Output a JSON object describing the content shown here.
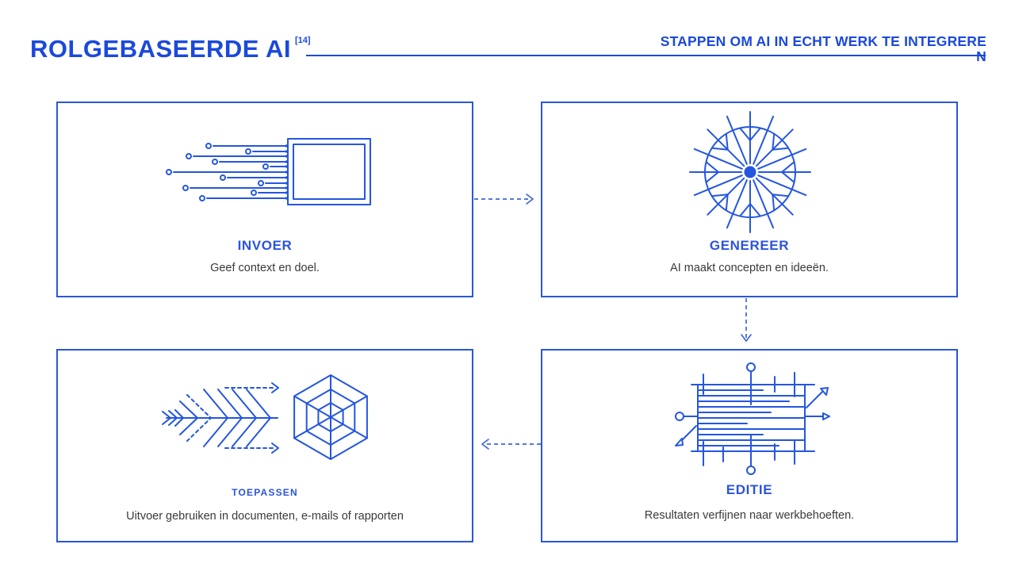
{
  "colors": {
    "accent": "#1B49DC",
    "box_border": "#2B57D9",
    "icon_stroke": "#2456E0",
    "connector": "#3F66D9",
    "body_text": "#3A3A3A",
    "background": "#FFFFFF"
  },
  "header": {
    "title": "ROLGEBASEERDE AI",
    "title_ref": "[14]",
    "right_title": "STAPPEN OM AI IN ECHT WERK TE INTEGREREN",
    "right_title_lines": [
      "STAPPEN OM AI IN ECHT WERK TE INTEGRERE",
      "N"
    ]
  },
  "steps": [
    {
      "id": "invoer",
      "icon": "input-stream-icon",
      "title": "INVOER",
      "description": "Geef context en doel."
    },
    {
      "id": "genereer",
      "icon": "idea-burst-icon",
      "title": "GENEREER",
      "description": "AI maakt concepten en ideeën."
    },
    {
      "id": "toepassen",
      "icon": "arrow-hex-web-icon",
      "title": "TOEPASSEN",
      "description": "Uitvoer gebruiken in documenten, e-mails of rapporten"
    },
    {
      "id": "editie",
      "icon": "annotated-text-icon",
      "title": "EDITIE",
      "description": "Resultaten verfijnen naar werkbehoeften."
    }
  ],
  "connectors": [
    {
      "from": "INVOER",
      "to": "GENEREER",
      "direction": "right"
    },
    {
      "from": "GENEREER",
      "to": "EDITIE",
      "direction": "down"
    },
    {
      "from": "EDITIE",
      "to": "TOEPASSEN",
      "direction": "left"
    }
  ]
}
